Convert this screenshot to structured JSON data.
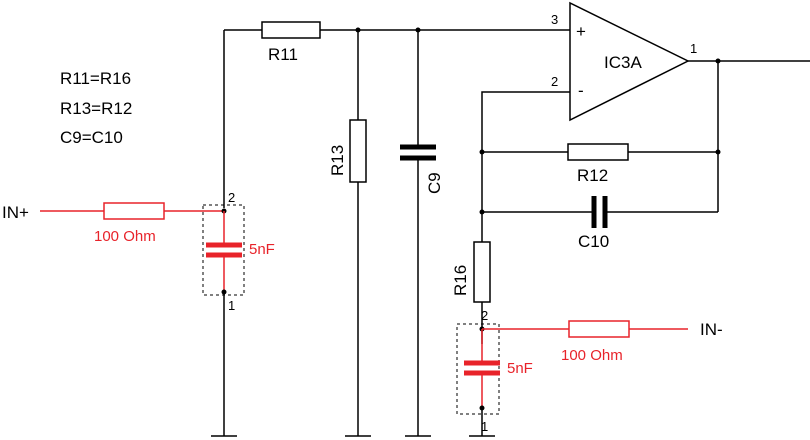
{
  "notes": [
    "R11=R16",
    "R13=R12",
    "C9=C10"
  ],
  "opamp": {
    "label": "IC3A",
    "plus": "+",
    "minus": "-",
    "pin_in_plus": "3",
    "pin_in_minus": "2",
    "pin_out": "1"
  },
  "resistors": {
    "r11": "R11",
    "r13": "R13",
    "r12": "R12",
    "r16": "R16"
  },
  "capacitors": {
    "c9": "C9",
    "c10": "C10"
  },
  "input_pos": {
    "label": "IN+",
    "resistor": "100 Ohm",
    "cap": "5nF",
    "pin_top": "2",
    "pin_bottom": "1"
  },
  "input_neg": {
    "label": "IN-",
    "resistor": "100 Ohm",
    "cap": "5nF",
    "pin_top": "2",
    "pin_bottom": "1"
  },
  "colors": {
    "wire": "#000000",
    "added_parts": "#e8232a"
  }
}
